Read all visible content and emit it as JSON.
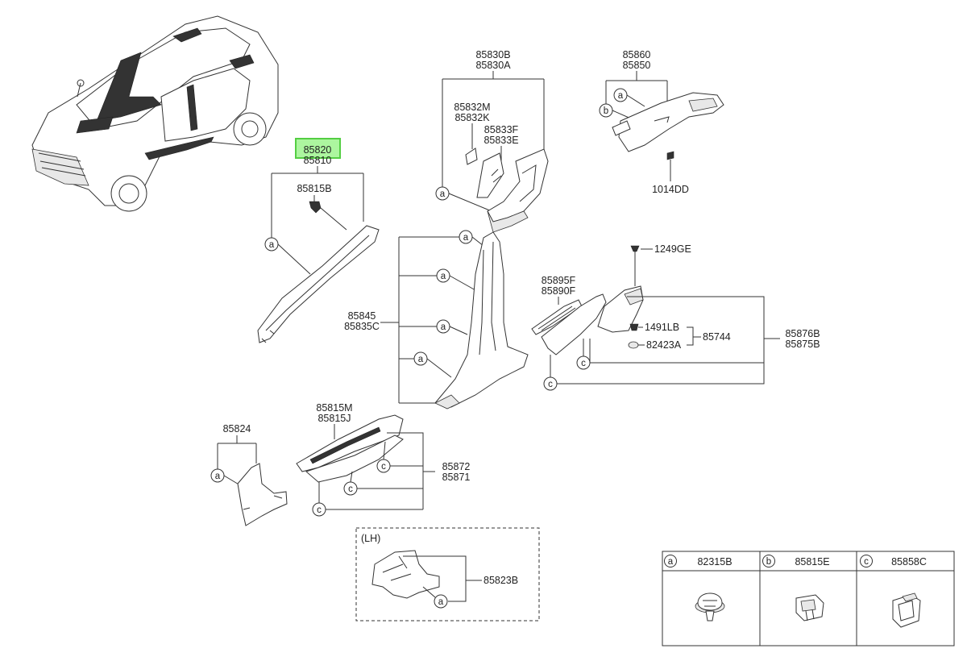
{
  "labels": {
    "p85830": [
      "85830B",
      "85830A"
    ],
    "p85832": [
      "85832M",
      "85832K"
    ],
    "p85833": [
      "85833F",
      "85833E"
    ],
    "p85860": [
      "85860",
      "85850"
    ],
    "p1014": "1014DD",
    "p85820": [
      "85820",
      "85810"
    ],
    "p85815b": "85815B",
    "p1249": "1249GE",
    "p85895": [
      "85895F",
      "85890F"
    ],
    "p85845": [
      "85845",
      "85835C"
    ],
    "p1491": "1491LB",
    "p85744": "85744",
    "p82423": "82423A",
    "p85876": [
      "85876B",
      "85875B"
    ],
    "p85815m": [
      "85815M",
      "85815J"
    ],
    "p85824": "85824",
    "p85872": [
      "85872",
      "85871"
    ],
    "lh_title": "(LH)",
    "p85823": "85823B"
  },
  "callouts": {
    "a": "a",
    "b": "b",
    "c": "c"
  },
  "legend": [
    {
      "letter": "a",
      "part": "82315B"
    },
    {
      "letter": "b",
      "part": "85815E"
    },
    {
      "letter": "c",
      "part": "85858C"
    }
  ],
  "highlight_part": "85820"
}
